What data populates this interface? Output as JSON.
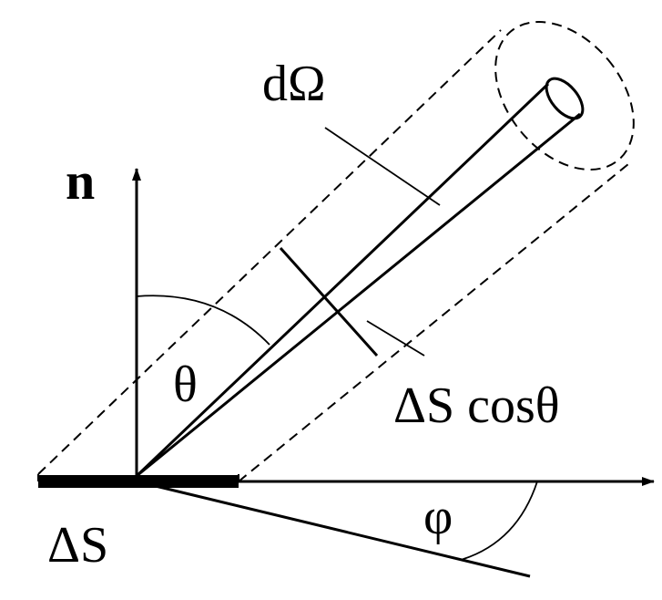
{
  "labels": {
    "normal": "n",
    "solid_angle": "dΩ",
    "polar_angle": "θ",
    "projected_area": "ΔS cosθ",
    "azimuth_angle": "φ",
    "area": "ΔS"
  },
  "colors": {
    "stroke": "#000000",
    "background": "#ffffff"
  }
}
